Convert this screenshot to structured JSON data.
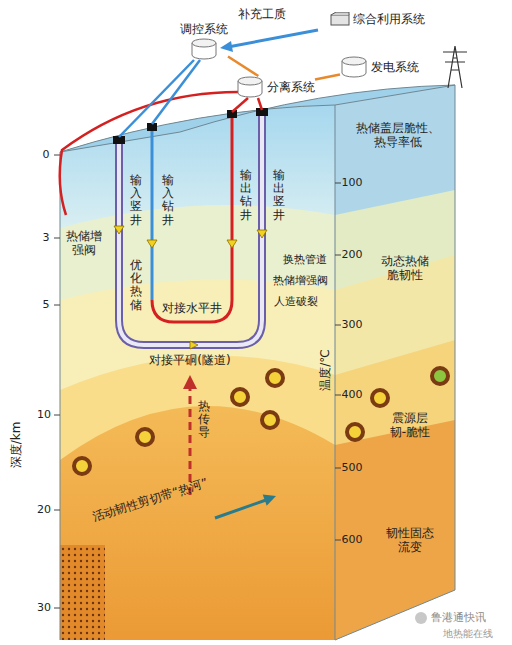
{
  "diagram": {
    "nodes": [
      {
        "text": [
          "调控系统"
        ]
      },
      {
        "text": [
          "分离系统"
        ]
      },
      {
        "text": [
          "发电系统"
        ]
      },
      {
        "text": [
          "综合利用系统"
        ]
      }
    ],
    "edges": [
      {
        "from": 0,
        "to": 1,
        "arrow": "none"
      },
      {
        "from": 1,
        "to": 2,
        "arrow": "none"
      }
    ],
    "labels": [
      "补充工质",
      "深度/km",
      "0",
      "3",
      "5",
      "10",
      "20",
      "30",
      "输入竖井",
      "输入钻井",
      "输出钻井",
      "输出竖井",
      "热储增强阀",
      "优化热储",
      "对接水平井",
      "换热管道",
      "热储增强阀",
      "人造破裂",
      "对接平硐(隧道)",
      "热传导",
      "活动韧性剪切带“热河”",
      "热储盖层脆性、热导率低",
      "动态热储脆韧性",
      "震源层韧-脆性",
      "韧性固态流变",
      "温度/℃",
      "100",
      "200",
      "300",
      "400",
      "500",
      "600",
      "鲁港通快讯",
      "地热能在线"
    ]
  }
}
